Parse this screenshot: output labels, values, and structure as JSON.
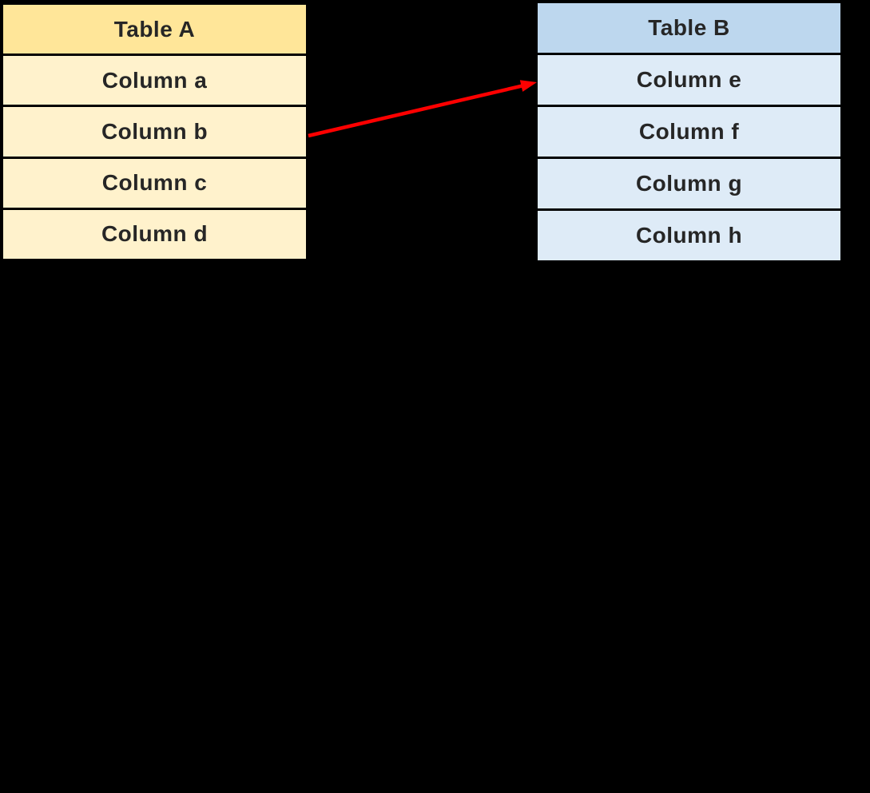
{
  "diagram": {
    "description": "Two table schemas with a red mapping arrow from Column b of Table A to Column e of Table B",
    "background": "#000000",
    "text_color": "#262626",
    "border_color": "#000000",
    "tables": {
      "table_a": {
        "title": "Table A",
        "header_bg": "#FFE699",
        "row_bg": "#FFF2CC",
        "rows": [
          "Column a",
          "Column b",
          "Column c",
          "Column d"
        ]
      },
      "table_b": {
        "title": "Table B",
        "header_bg": "#BDD7EE",
        "row_bg": "#DEEBF7",
        "rows": [
          "Column e",
          "Column f",
          "Column g",
          "Column h"
        ]
      }
    },
    "arrow": {
      "color": "#FF0000",
      "from": "Table A / Column b",
      "to": "Table B / Column e"
    }
  }
}
